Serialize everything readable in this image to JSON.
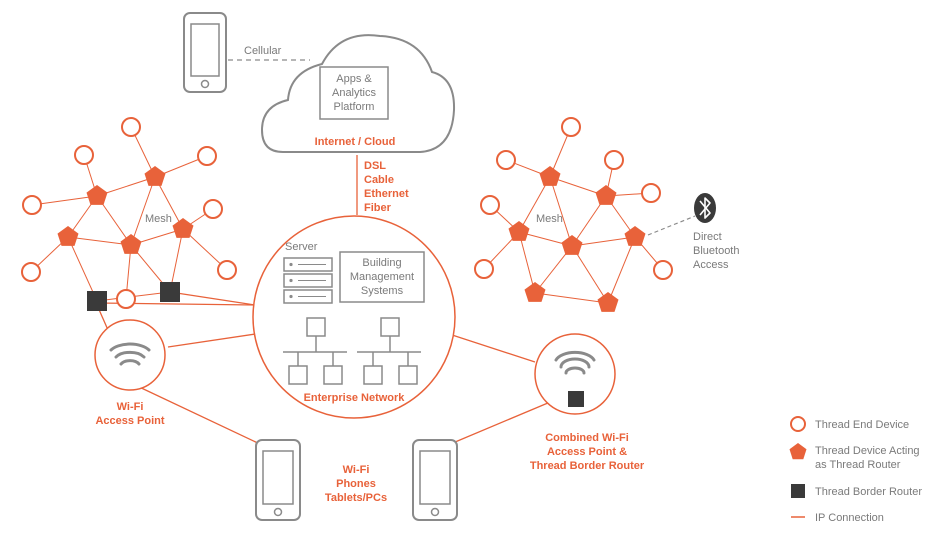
{
  "cloud": {
    "platform_lines": [
      "Apps &",
      "Analytics",
      "Platform"
    ],
    "title": "Internet / Cloud"
  },
  "cellular": {
    "label": "Cellular"
  },
  "wan_links": [
    "DSL",
    "Cable",
    "Ethernet",
    "Fiber"
  ],
  "enterprise": {
    "server_label": "Server",
    "bms_lines": [
      "Building",
      "Management",
      "Systems"
    ],
    "network_label": "Enterprise Network"
  },
  "left_mesh": {
    "label": "Mesh"
  },
  "right_mesh": {
    "label": "Mesh"
  },
  "bluetooth": {
    "lines": [
      "Direct",
      "Bluetooth",
      "Access"
    ]
  },
  "wifi_ap": {
    "lines": [
      "Wi-Fi",
      "Access Point"
    ]
  },
  "combined_ap": {
    "lines": [
      "Combined Wi-Fi",
      "Access Point &",
      "Thread Border Router"
    ]
  },
  "wifi_devices": {
    "lines": [
      "Wi-Fi",
      "Phones",
      "Tablets/PCs"
    ]
  },
  "legend": {
    "end_device": "Thread End Device",
    "router_lines": [
      "Thread Device Acting",
      "as Thread Router"
    ],
    "border_router": "Thread Border Router",
    "ip_connection": "IP Connection"
  },
  "colors": {
    "accent": "#e8623a",
    "outline_gray": "#8a8a8a",
    "border_router": "#3a3a3a"
  }
}
